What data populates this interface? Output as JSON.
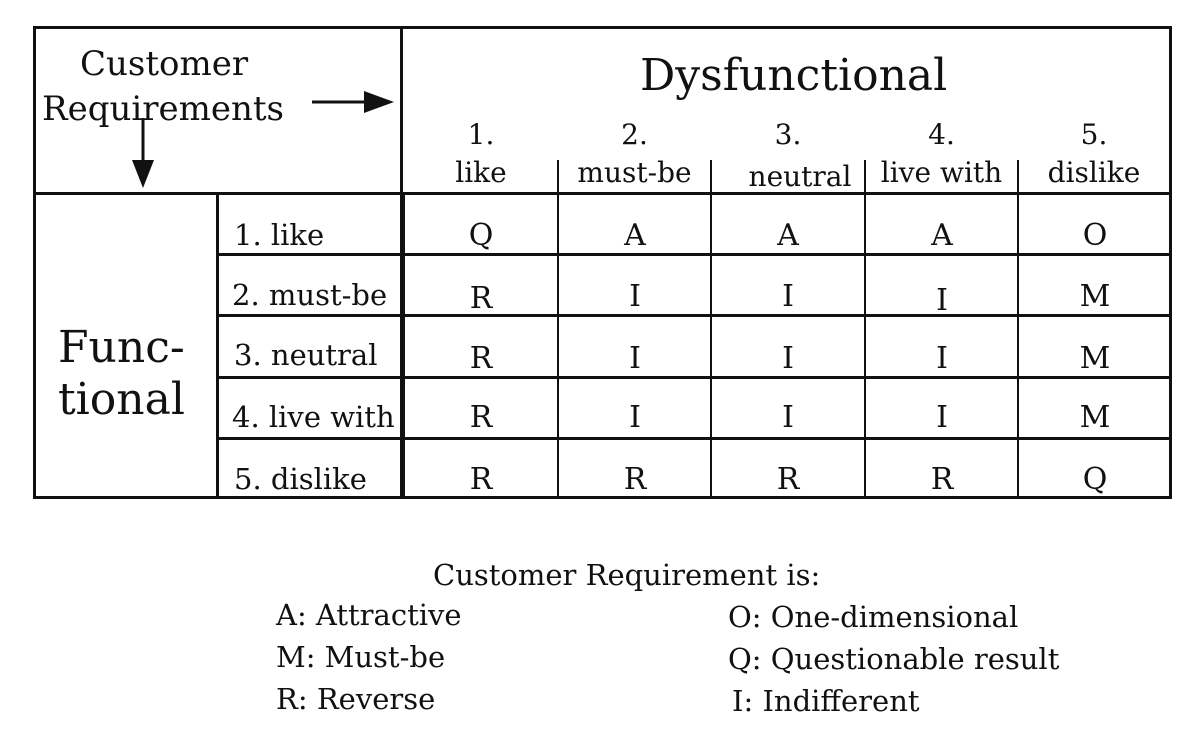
{
  "corner": {
    "line1": "Customer",
    "line2": "Requirements"
  },
  "dysfunctional": {
    "title": "Dysfunctional",
    "columns": [
      {
        "num": "1.",
        "label": "like"
      },
      {
        "num": "2.",
        "label": "must-be"
      },
      {
        "num": "3.",
        "label": "neutral"
      },
      {
        "num": "4.",
        "label": "live with"
      },
      {
        "num": "5.",
        "label": "dislike"
      }
    ]
  },
  "functional": {
    "line1": "Func-",
    "line2": "tional",
    "rows": [
      {
        "label": "1. like",
        "cells": [
          "Q",
          "A",
          "A",
          "A",
          "O"
        ]
      },
      {
        "label": "2. must-be",
        "cells": [
          "R",
          "I",
          "I",
          "I",
          "M"
        ]
      },
      {
        "label": "3. neutral",
        "cells": [
          "R",
          "I",
          "I",
          "I",
          "M"
        ]
      },
      {
        "label": "4. live with",
        "cells": [
          "R",
          "I",
          "I",
          "I",
          "M"
        ]
      },
      {
        "label": "5. dislike",
        "cells": [
          "R",
          "R",
          "R",
          "R",
          "Q"
        ]
      }
    ]
  },
  "legend": {
    "title": "Customer Requirement is:",
    "left": [
      "A: Attractive",
      "M: Must-be",
      "R: Reverse"
    ],
    "right": [
      "O: One-dimensional",
      "Q: Questionable result",
      "I: Indifferent"
    ]
  }
}
